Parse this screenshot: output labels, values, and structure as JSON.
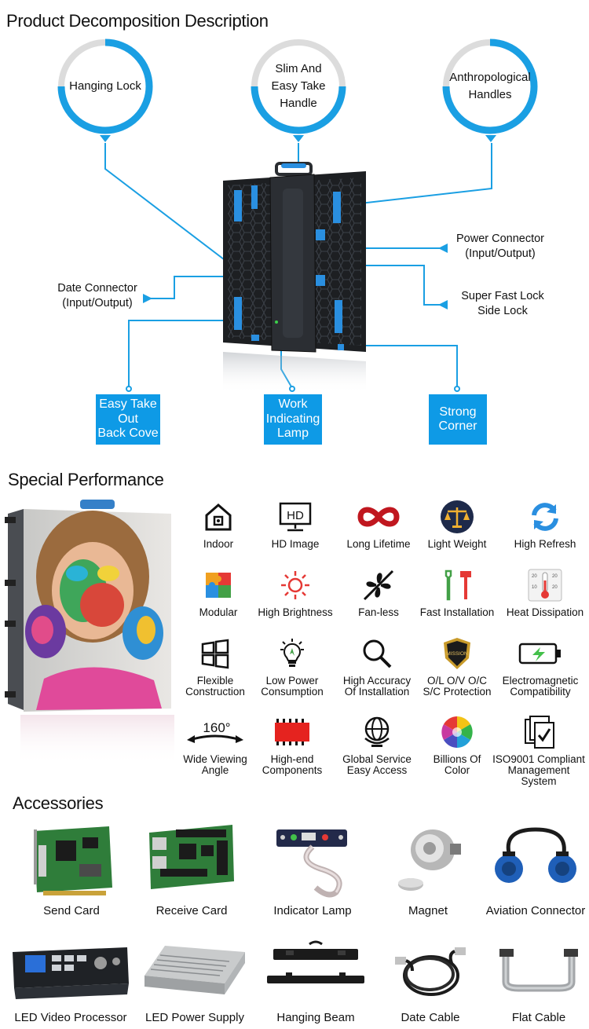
{
  "sections": {
    "decomposition_title": "Product Decomposition Description",
    "performance_title": "Special Performance",
    "accessories_title": "Accessories"
  },
  "colors": {
    "accent": "#1a9fe3",
    "box_blue": "#0e9ae6",
    "cabinet": "#1d1f22",
    "connector_blue": "#2a8fe0"
  },
  "decomposition": {
    "circles": {
      "hanging_lock": "Hanging Lock",
      "slim_handle": "Slim And Easy Take Handle",
      "anthro_handles": "Anthropological Handles"
    },
    "callouts": {
      "power_connector": [
        "Power Connector",
        "(Input/Output)"
      ],
      "date_connector": [
        "Date Connector",
        "(Input/Output)"
      ],
      "side_lock": [
        "Super Fast Lock",
        "Side Lock"
      ]
    },
    "boxes": {
      "easy_take_out": [
        "Easy Take",
        "Out",
        "Back Cove"
      ],
      "work_lamp": [
        "Work",
        "Indicating",
        "Lamp"
      ],
      "strong_corner": [
        "Strong",
        "Corner"
      ]
    }
  },
  "features": [
    {
      "icon": "house-icon",
      "lines": [
        "Indoor"
      ]
    },
    {
      "icon": "hd-monitor-icon",
      "lines": [
        "HD Image"
      ]
    },
    {
      "icon": "infinity-icon",
      "lines": [
        "Long Lifetime"
      ]
    },
    {
      "icon": "scale-icon",
      "lines": [
        "Light Weight"
      ]
    },
    {
      "icon": "refresh-icon",
      "lines": [
        "High Refresh"
      ]
    },
    {
      "icon": "puzzle-icon",
      "lines": [
        "Modular"
      ]
    },
    {
      "icon": "sun-icon",
      "lines": [
        "High Brightness"
      ]
    },
    {
      "icon": "fan-icon",
      "lines": [
        "Fan-less"
      ]
    },
    {
      "icon": "tools-icon",
      "lines": [
        "Fast Installation"
      ]
    },
    {
      "icon": "thermometer-icon",
      "lines": [
        "Heat Dissipation"
      ]
    },
    {
      "icon": "windows-icon",
      "lines": [
        "Flexible",
        "Construction"
      ]
    },
    {
      "icon": "bulb-icon",
      "lines": [
        "Low Power",
        "Consumption"
      ]
    },
    {
      "icon": "magnifier-icon",
      "lines": [
        "High Accuracy",
        "Of Installation"
      ]
    },
    {
      "icon": "shield-icon",
      "lines": [
        "O/L O/V O/C",
        "S/C Protection"
      ]
    },
    {
      "icon": "battery-icon",
      "lines": [
        "Electromagnetic",
        "Compatibility"
      ]
    },
    {
      "icon": "view-angle-icon",
      "lines": [
        "Wide Viewing",
        "Angle"
      ]
    },
    {
      "icon": "chip-icon",
      "lines": [
        "High-end",
        "Components"
      ]
    },
    {
      "icon": "globe-icon",
      "lines": [
        "Global Service",
        "Easy Access"
      ]
    },
    {
      "icon": "color-wheel-icon",
      "lines": [
        "Billions Of",
        "Color"
      ]
    },
    {
      "icon": "certificate-icon",
      "lines": [
        "ISO9001 Compliant",
        "Management System"
      ]
    }
  ],
  "feature_badges": {
    "hd": "HD",
    "angle": "160°",
    "mission": "MISSION"
  },
  "accessories": [
    {
      "icon": "send-card-icon",
      "label": "Send Card"
    },
    {
      "icon": "receive-card-icon",
      "label": "Receive Card"
    },
    {
      "icon": "indicator-lamp-icon",
      "label": "Indicator Lamp"
    },
    {
      "icon": "magnet-icon",
      "label": "Magnet"
    },
    {
      "icon": "aviation-connector-icon",
      "label": "Aviation Connector"
    },
    {
      "icon": "video-processor-icon",
      "label": "LED Video Processor"
    },
    {
      "icon": "power-supply-icon",
      "label": "LED Power Supply"
    },
    {
      "icon": "hanging-beam-icon",
      "label": "Hanging Beam"
    },
    {
      "icon": "date-cable-icon",
      "label": "Date Cable"
    },
    {
      "icon": "flat-cable-icon",
      "label": "Flat Cable"
    }
  ]
}
